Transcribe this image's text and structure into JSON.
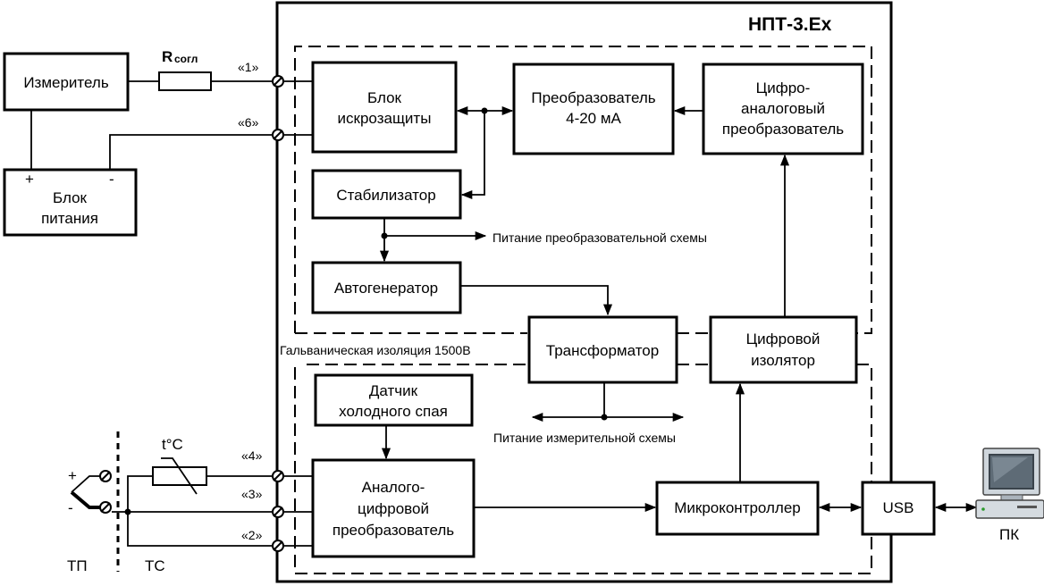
{
  "device_title": "НПТ-3.Ex",
  "isolation_label": "Гальваническая изоляция 1500В",
  "blocks": {
    "meter": "Измеритель",
    "psu": [
      "Блок",
      "питания"
    ],
    "barrier": [
      "Блок",
      "искрозащиты"
    ],
    "converter": [
      "Преобразователь",
      "4-20 мА"
    ],
    "dac": [
      "Цифро-",
      "аналоговый",
      "преобразователь"
    ],
    "stabilizer": "Стабилизатор",
    "oscillator": "Автогенератор",
    "transformer": "Трансформатор",
    "digital_isolator": [
      "Цифровой",
      "изолятор"
    ],
    "cj_sensor": [
      "Датчик",
      "холодного спая"
    ],
    "adc": [
      "Аналого-",
      "цифровой",
      "преобразователь"
    ],
    "mcu": "Микроконтроллер",
    "usb": "USB"
  },
  "notes": {
    "power_conv": "Питание преобразовательной схемы",
    "power_meas": "Питание измерительной схемы"
  },
  "resistor": {
    "main": "R",
    "sub": "согл"
  },
  "terminals": [
    "«1»",
    "«6»",
    "«4»",
    "«3»",
    "«2»"
  ],
  "polarity": {
    "plus": "+",
    "minus": "-"
  },
  "sensor": {
    "tp": "ТП",
    "tc": "ТС",
    "temp": "t°C"
  },
  "pc_label": "ПК"
}
